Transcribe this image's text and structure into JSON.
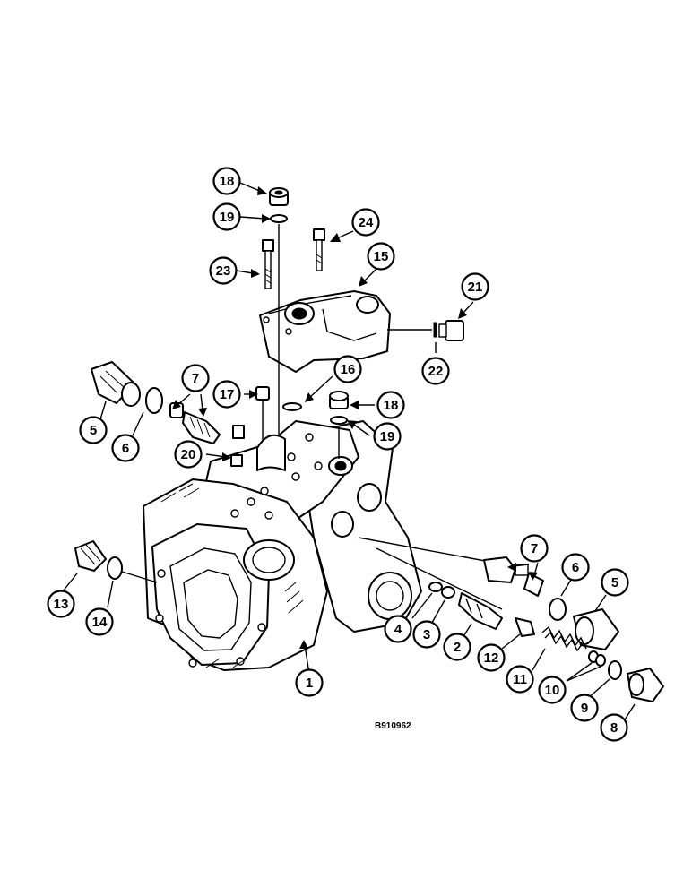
{
  "drawing_id": "B910962",
  "callouts": [
    {
      "label": "1"
    },
    {
      "label": "2"
    },
    {
      "label": "3"
    },
    {
      "label": "4"
    },
    {
      "label": "5"
    },
    {
      "label": "5"
    },
    {
      "label": "6"
    },
    {
      "label": "6"
    },
    {
      "label": "7"
    },
    {
      "label": "7"
    },
    {
      "label": "8"
    },
    {
      "label": "9"
    },
    {
      "label": "10"
    },
    {
      "label": "11"
    },
    {
      "label": "12"
    },
    {
      "label": "13"
    },
    {
      "label": "14"
    },
    {
      "label": "15"
    },
    {
      "label": "16"
    },
    {
      "label": "17"
    },
    {
      "label": "18"
    },
    {
      "label": "18"
    },
    {
      "label": "19"
    },
    {
      "label": "19"
    },
    {
      "label": "20"
    },
    {
      "label": "21"
    },
    {
      "label": "22"
    },
    {
      "label": "23"
    },
    {
      "label": "24"
    }
  ]
}
